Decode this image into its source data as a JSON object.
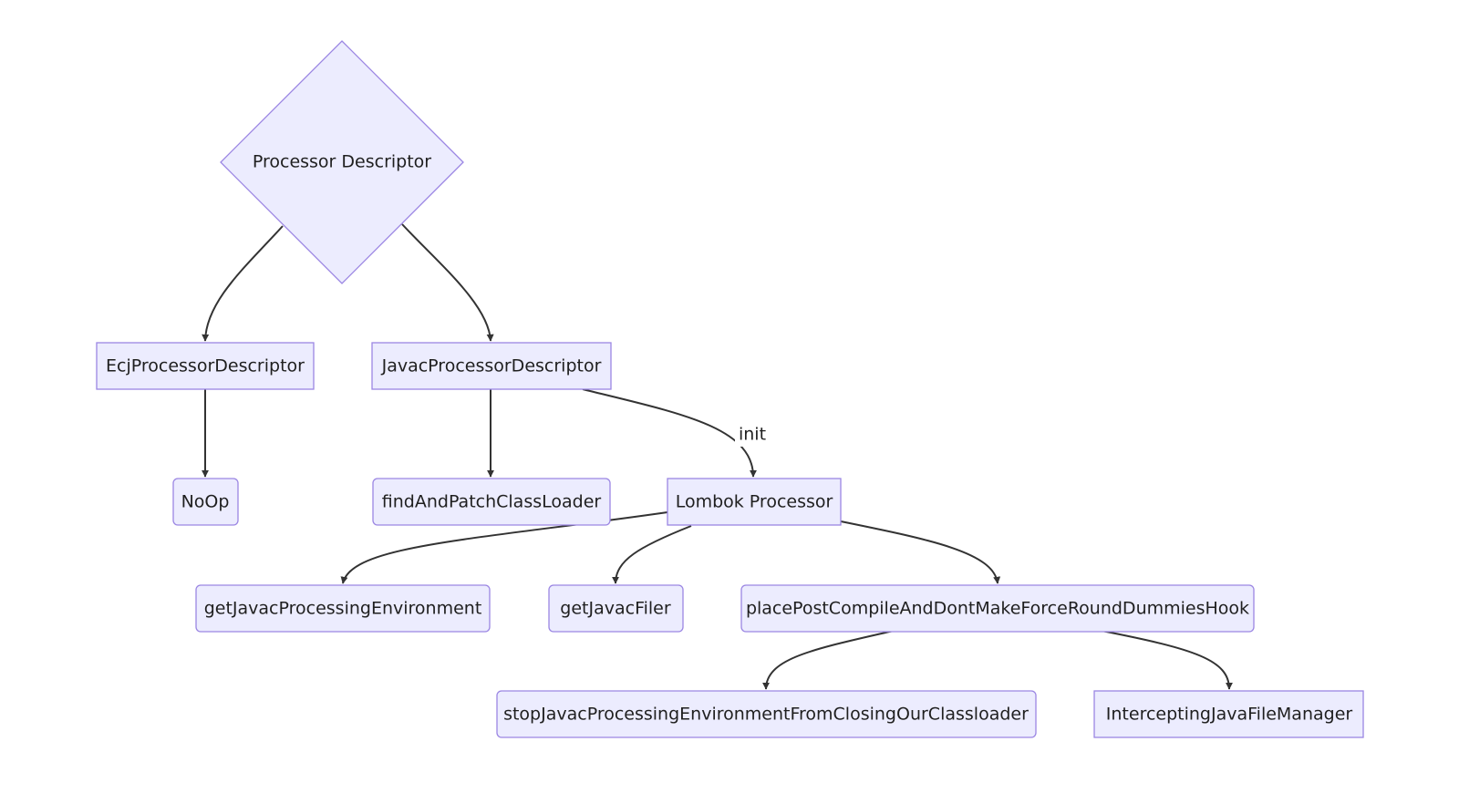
{
  "nodes": {
    "processor_descriptor": "Processor Descriptor",
    "ecj_processor_descriptor": "EcjProcessorDescriptor",
    "javac_processor_descriptor": "JavacProcessorDescriptor",
    "noop": "NoOp",
    "find_and_patch_class_loader": "findAndPatchClassLoader",
    "lombok_processor": "Lombok Processor",
    "get_javac_processing_environment": "getJavacProcessingEnvironment",
    "get_javac_filer": "getJavacFiler",
    "place_post_compile_hook": "placePostCompileAndDontMakeForceRoundDummiesHook",
    "stop_javac_processing_environment": "stopJavacProcessingEnvironmentFromClosingOurClassloader",
    "intercepting_java_file_manager": "InterceptingJavaFileManager"
  },
  "edges": {
    "init_label": "init"
  },
  "colors": {
    "node_fill": "#ececfe",
    "node_stroke": "#9b86e3",
    "edge": "#333333",
    "text": "#1f1f1f"
  }
}
